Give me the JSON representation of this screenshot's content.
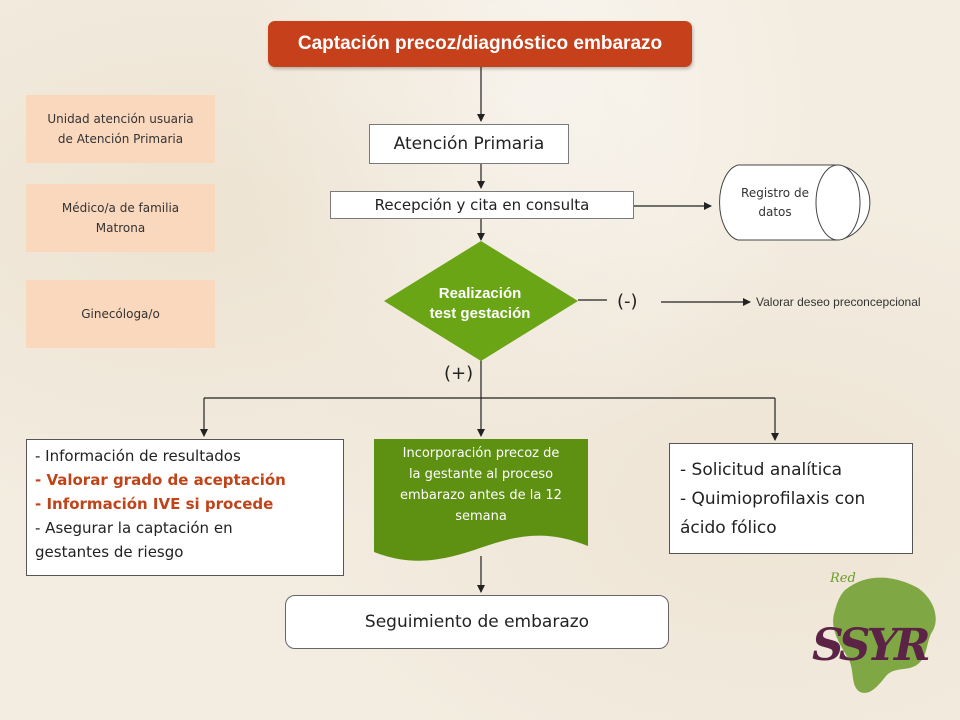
{
  "diagram": {
    "title": "Captación precoz/diagnóstico embarazo",
    "roles": [
      {
        "line1": "Unidad atención usuaria",
        "line2": "de Atención Primaria"
      },
      {
        "line1": "Médico/a de familia",
        "line2": "Matrona"
      },
      {
        "line1": "Ginecóloga/o",
        "line2": ""
      }
    ],
    "nodes": {
      "atencion_primaria": "Atención Primaria",
      "recepcion": "Recepción y cita en consulta",
      "registro": {
        "line1": "Registro de",
        "line2": "datos"
      },
      "decision": {
        "line1": "Realización",
        "line2": "test gestación"
      },
      "negative_sign": "(-)",
      "negative_outcome": "Valorar deseo preconcepcional",
      "positive_sign": "(+)",
      "left_info": [
        {
          "text": "- Información de resultados",
          "highlight": false
        },
        {
          "text": "- Valorar grado de aceptación",
          "highlight": true
        },
        {
          "text": "- Información IVE si procede",
          "highlight": true
        },
        {
          "text": "- Asegurar la captación en",
          "highlight": false
        },
        {
          "text": "gestantes de riesgo",
          "highlight": false
        }
      ],
      "green_doc": [
        "Incorporación precoz de",
        "la gestante al proceso",
        "embarazo antes de la 12",
        "semana"
      ],
      "right_info": [
        "- Solicitud analítica",
        "- Quimioprofilaxis con",
        "ácido fólico"
      ],
      "seguimiento": "Seguimiento de embarazo"
    },
    "logo": {
      "small": "Red",
      "big": "SSYR"
    },
    "colors": {
      "title": "#c7401c",
      "role_fill": "#fad8be",
      "green": "#6aa516",
      "dark_green": "#5e9011",
      "highlight_text": "#c0441a",
      "logo_purple": "#5b2346",
      "logo_green": "#6b9c2a"
    }
  }
}
